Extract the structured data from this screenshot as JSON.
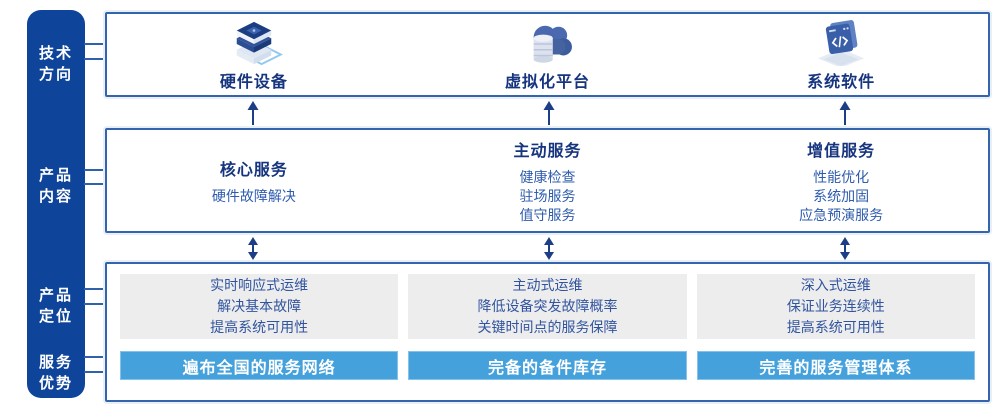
{
  "palette": {
    "sidebar_bg": "#0e459b",
    "box_border": "#3465ac",
    "connector_line": "#2f62ab",
    "arrow": "#1b3e86",
    "title_text": "#16357e",
    "body_text": "#2f5cae",
    "gray_panel_bg": "#ededed",
    "gray_panel_text": "#31549f",
    "banner_bg": "#45a1dc",
    "banner_text": "#ffffff"
  },
  "sidebar": {
    "items": [
      {
        "label": "技术方向"
      },
      {
        "label": "产品内容"
      },
      {
        "label": "产品定位"
      },
      {
        "label": "服务优势"
      }
    ]
  },
  "tech_row": {
    "items": [
      {
        "icon": "server-stack-icon",
        "label": "硬件设备"
      },
      {
        "icon": "cloud-database-icon",
        "label": "虚拟化平台"
      },
      {
        "icon": "software-window-icon",
        "label": "系统软件"
      }
    ]
  },
  "service_row": {
    "columns": [
      {
        "title": "核心服务",
        "items": [
          "硬件故障解决"
        ]
      },
      {
        "title": "主动服务",
        "items": [
          "健康检查",
          "驻场服务",
          "值守服务"
        ]
      },
      {
        "title": "增值服务",
        "items": [
          "性能优化",
          "系统加固",
          "应急预演服务"
        ]
      }
    ]
  },
  "position_row": {
    "columns": [
      {
        "points": [
          "实时响应式运维",
          "解决基本故障",
          "提高系统可用性"
        ],
        "banner": "遍布全国的服务网络"
      },
      {
        "points": [
          "主动式运维",
          "降低设备突发故障概率",
          "关键时间点的服务保障"
        ],
        "banner": "完备的备件库存"
      },
      {
        "points": [
          "深入式运维",
          "保证业务连续性",
          "提高系统可用性"
        ],
        "banner": "完善的服务管理体系"
      }
    ]
  }
}
